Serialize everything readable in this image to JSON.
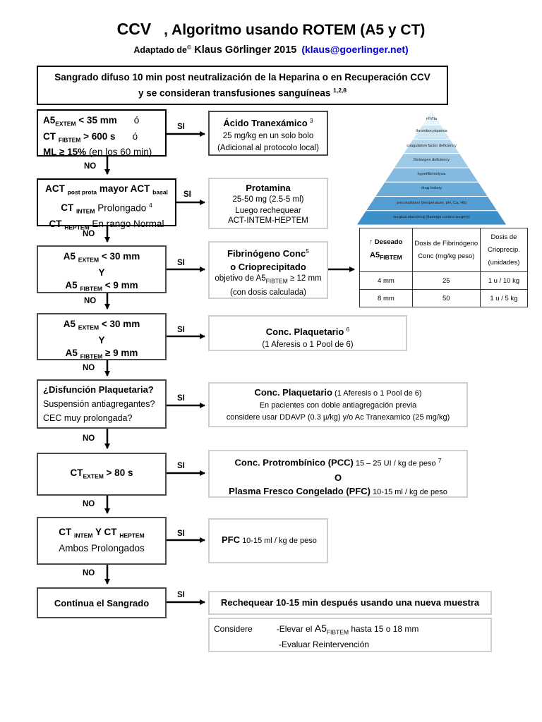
{
  "title": {
    "ccv": "CCV",
    "main": ", Algoritmo usando ROTEM (A5 y CT)"
  },
  "subtitle": {
    "adapted": "Adaptado de",
    "copyright": "©",
    "author": " Klaus Görlinger 2015",
    "email": "(klaus@goerlinger.net)"
  },
  "header": {
    "line1": "Sangrado difuso 10 min post neutralización de la Heparina o en Recuperación CCV",
    "line2": "y se consideran transfusiones sanguíneas",
    "refs": "1,2,8"
  },
  "labels": {
    "si": "SI",
    "no": "NO"
  },
  "steps": [
    {
      "cond": [
        "A5",
        "EXTEM",
        " < 35 mm",
        "ó",
        "CT ",
        "FIBTEM",
        " > 600 s",
        "ó",
        "ML ≥ 15%",
        " (en los 60 min)"
      ],
      "res_title": "Ácido Tranexámico",
      "res_ref": "3",
      "res_lines": [
        "25 mg/kg en un solo bolo",
        "(Adicional al protocolo local)"
      ]
    },
    {
      "cond": [
        "ACT ",
        "post prota",
        " mayor ACT ",
        "basal",
        "CT ",
        "INTEM",
        " Prolongado",
        "4",
        "CT ",
        "HEPTEM",
        " En rango Normal"
      ],
      "res_title": "Protamina",
      "res_lines": [
        "25-50 mg (2.5-5 ml)",
        "Luego rechequear",
        "ACT-INTEM-HEPTEM"
      ]
    },
    {
      "cond": [
        "A5 ",
        "EXTEM",
        " < 30 mm",
        "Y",
        "A5 ",
        "FIBTEM",
        " < 9 mm"
      ],
      "res_title": "Fibrinógeno Conc",
      "res_ref": "5",
      "res_title2": "o Crioprecipitado",
      "res_lines": [
        "objetivo de A5",
        "FIBTEM",
        " ≥ 12 mm",
        "(con dosis calculada)"
      ]
    },
    {
      "cond": [
        "A5 ",
        "EXTEM",
        " < 30 mm",
        "Y",
        "A5 ",
        "FIBTEM",
        " ≥ 9 mm"
      ],
      "res_title": "Conc. Plaquetario",
      "res_ref": "6",
      "res_lines": [
        "(1 Aferesis o 1 Pool de 6)"
      ]
    },
    {
      "cond": [
        "¿Disfunción Plaquetaria?",
        "Suspensión antiagregantes?",
        "CEC muy prolongada?"
      ],
      "res_title": "Conc. Plaquetario",
      "res_title_extra": "(1 Aferesis o 1 Pool de 6)",
      "res_lines": [
        "En pacientes con doble antiagregación previa",
        "considere usar DDAVP (0.3 µ/kg) y/o Ac Tranexamico (25 mg/kg)"
      ]
    },
    {
      "cond": [
        "CT",
        "EXTEM",
        " > 80 s"
      ],
      "res_title": "Conc. Protrombínico (PCC)",
      "res_title_extra": "15 – 25 UI / kg de peso",
      "res_ref": "7",
      "res_or": "O",
      "res_title2": "Plasma Fresco Congelado (PFC)",
      "res_title2_extra": "10-15 ml / kg de peso"
    },
    {
      "cond": [
        "CT ",
        "INTEM",
        " Y CT ",
        "HEPTEM",
        "Ambos Prolongados"
      ],
      "res_title": "PFC",
      "res_title_extra": "10-15 ml / kg de peso"
    },
    {
      "cond": [
        "Continua el Sangrado"
      ],
      "res_title": "Rechequear 10-15 min después usando una nueva muestra",
      "consider": {
        "label": "Considere",
        "line1a": "-Elevar el ",
        "line1b": "A5",
        "line1c": "FIBTEM",
        "line1d": " hasta 15 o 18 mm",
        "line2": "-Evaluar Reintervención"
      }
    }
  ],
  "pyramid": {
    "levels": [
      "rFVIIa",
      "thrombocytopenia",
      "coagulation factor deficiency",
      "fibrinogen deficiency",
      "hyperfibrinolysis",
      "drug history",
      "preconditions (temperature, pH, Ca, Hb)",
      "surgical stanching (damage control surgery)"
    ],
    "colors": {
      "top": "#e8f4fb",
      "bottom": "#3b8fcb"
    }
  },
  "dose_table": {
    "headers": [
      "↑ Deseado",
      "A5",
      "FIBTEM",
      "Dosis de Fibrinógeno Conc (mg/kg peso)",
      "Dosis de Crioprecip. (unidades)"
    ],
    "rows": [
      [
        "4 mm",
        "25",
        "1 u / 10 kg"
      ],
      [
        "8 mm",
        "50",
        "1 u / 5 kg"
      ]
    ]
  }
}
